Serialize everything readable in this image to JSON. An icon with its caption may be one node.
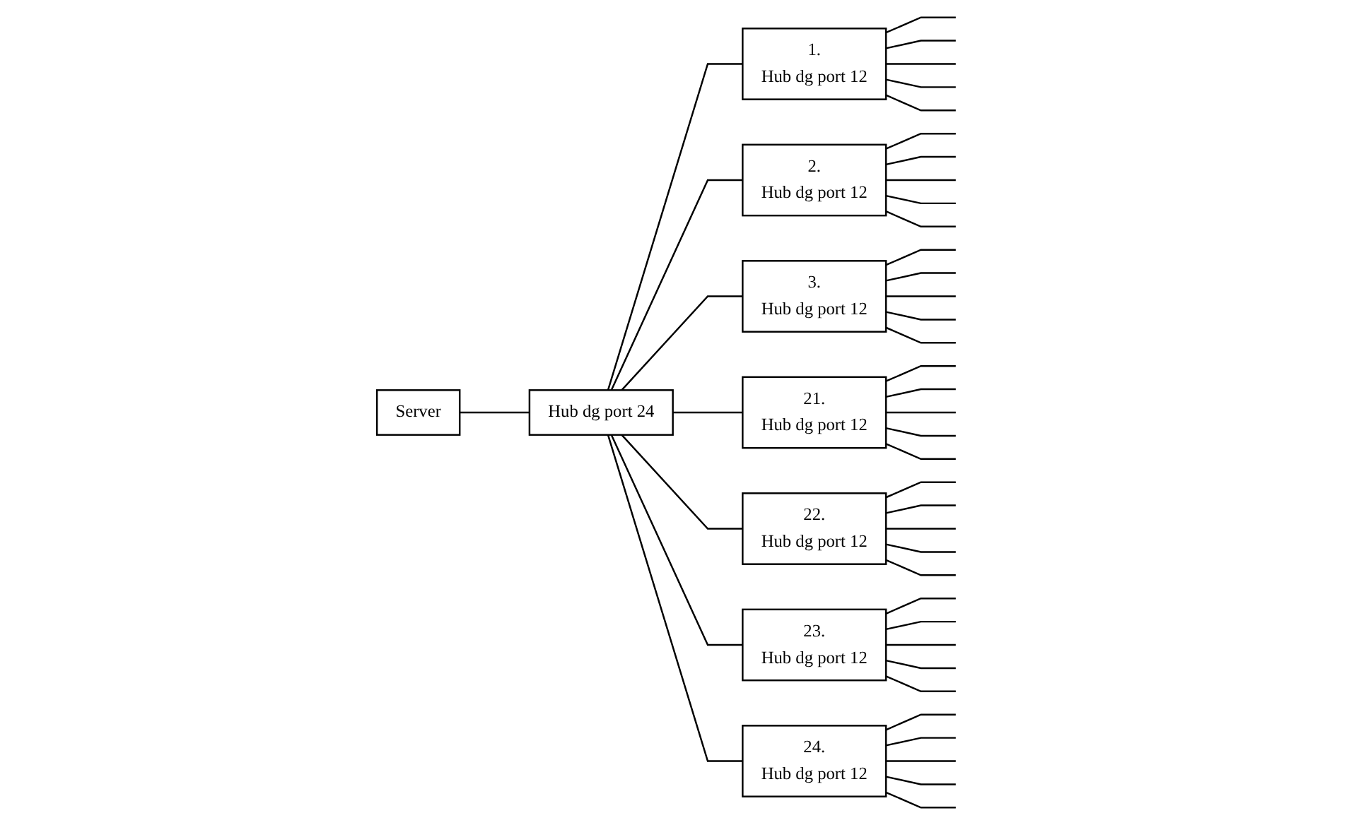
{
  "diagram": {
    "nodes": [
      {
        "text": [
          "Server"
        ]
      },
      {
        "text": [
          "Hub dg port 24"
        ]
      },
      {
        "text": [
          "1.",
          "Hub dg port 12"
        ]
      },
      {
        "text": [
          "2.",
          "Hub dg port 12"
        ]
      },
      {
        "text": [
          "3.",
          "Hub dg port 12"
        ]
      },
      {
        "text": [
          "21.",
          "Hub dg port 12"
        ]
      },
      {
        "text": [
          "22.",
          "Hub dg port 12"
        ]
      },
      {
        "text": [
          "23.",
          "Hub dg port 12"
        ]
      },
      {
        "text": [
          "24.",
          "Hub dg port 12"
        ]
      }
    ],
    "edges": [
      {
        "from": 0,
        "to": 1,
        "arrow": "none"
      },
      {
        "from": 1,
        "to": 2,
        "arrow": "none"
      },
      {
        "from": 1,
        "to": 3,
        "arrow": "none"
      },
      {
        "from": 1,
        "to": 4,
        "arrow": "none"
      },
      {
        "from": 1,
        "to": 5,
        "arrow": "none"
      },
      {
        "from": 1,
        "to": 6,
        "arrow": "none"
      },
      {
        "from": 1,
        "to": 7,
        "arrow": "none"
      },
      {
        "from": 1,
        "to": 8,
        "arrow": "none"
      },
      {
        "from": 2,
        "to": null,
        "arrow": "none"
      },
      {
        "from": 2,
        "to": null,
        "arrow": "none"
      },
      {
        "from": 2,
        "to": null,
        "arrow": "none"
      },
      {
        "from": 2,
        "to": null,
        "arrow": "none"
      },
      {
        "from": 2,
        "to": null,
        "arrow": "none"
      },
      {
        "from": 3,
        "to": null,
        "arrow": "none"
      },
      {
        "from": 3,
        "to": null,
        "arrow": "none"
      },
      {
        "from": 3,
        "to": null,
        "arrow": "none"
      },
      {
        "from": 3,
        "to": null,
        "arrow": "none"
      },
      {
        "from": 3,
        "to": null,
        "arrow": "none"
      },
      {
        "from": 4,
        "to": null,
        "arrow": "none"
      },
      {
        "from": 4,
        "to": null,
        "arrow": "none"
      },
      {
        "from": 4,
        "to": null,
        "arrow": "none"
      },
      {
        "from": 4,
        "to": null,
        "arrow": "none"
      },
      {
        "from": 4,
        "to": null,
        "arrow": "none"
      },
      {
        "from": 5,
        "to": null,
        "arrow": "none"
      },
      {
        "from": 5,
        "to": null,
        "arrow": "none"
      },
      {
        "from": 5,
        "to": null,
        "arrow": "none"
      },
      {
        "from": 5,
        "to": null,
        "arrow": "none"
      },
      {
        "from": 5,
        "to": null,
        "arrow": "none"
      },
      {
        "from": 6,
        "to": null,
        "arrow": "none"
      },
      {
        "from": 6,
        "to": null,
        "arrow": "none"
      },
      {
        "from": 6,
        "to": null,
        "arrow": "none"
      },
      {
        "from": 6,
        "to": null,
        "arrow": "none"
      },
      {
        "from": 6,
        "to": null,
        "arrow": "none"
      },
      {
        "from": 7,
        "to": null,
        "arrow": "none"
      },
      {
        "from": 7,
        "to": null,
        "arrow": "none"
      },
      {
        "from": 7,
        "to": null,
        "arrow": "none"
      },
      {
        "from": 7,
        "to": null,
        "arrow": "none"
      },
      {
        "from": 7,
        "to": null,
        "arrow": "none"
      },
      {
        "from": 8,
        "to": null,
        "arrow": "none"
      },
      {
        "from": 8,
        "to": null,
        "arrow": "none"
      },
      {
        "from": 8,
        "to": null,
        "arrow": "none"
      },
      {
        "from": 8,
        "to": null,
        "arrow": "none"
      },
      {
        "from": 8,
        "to": null,
        "arrow": "none"
      }
    ]
  }
}
